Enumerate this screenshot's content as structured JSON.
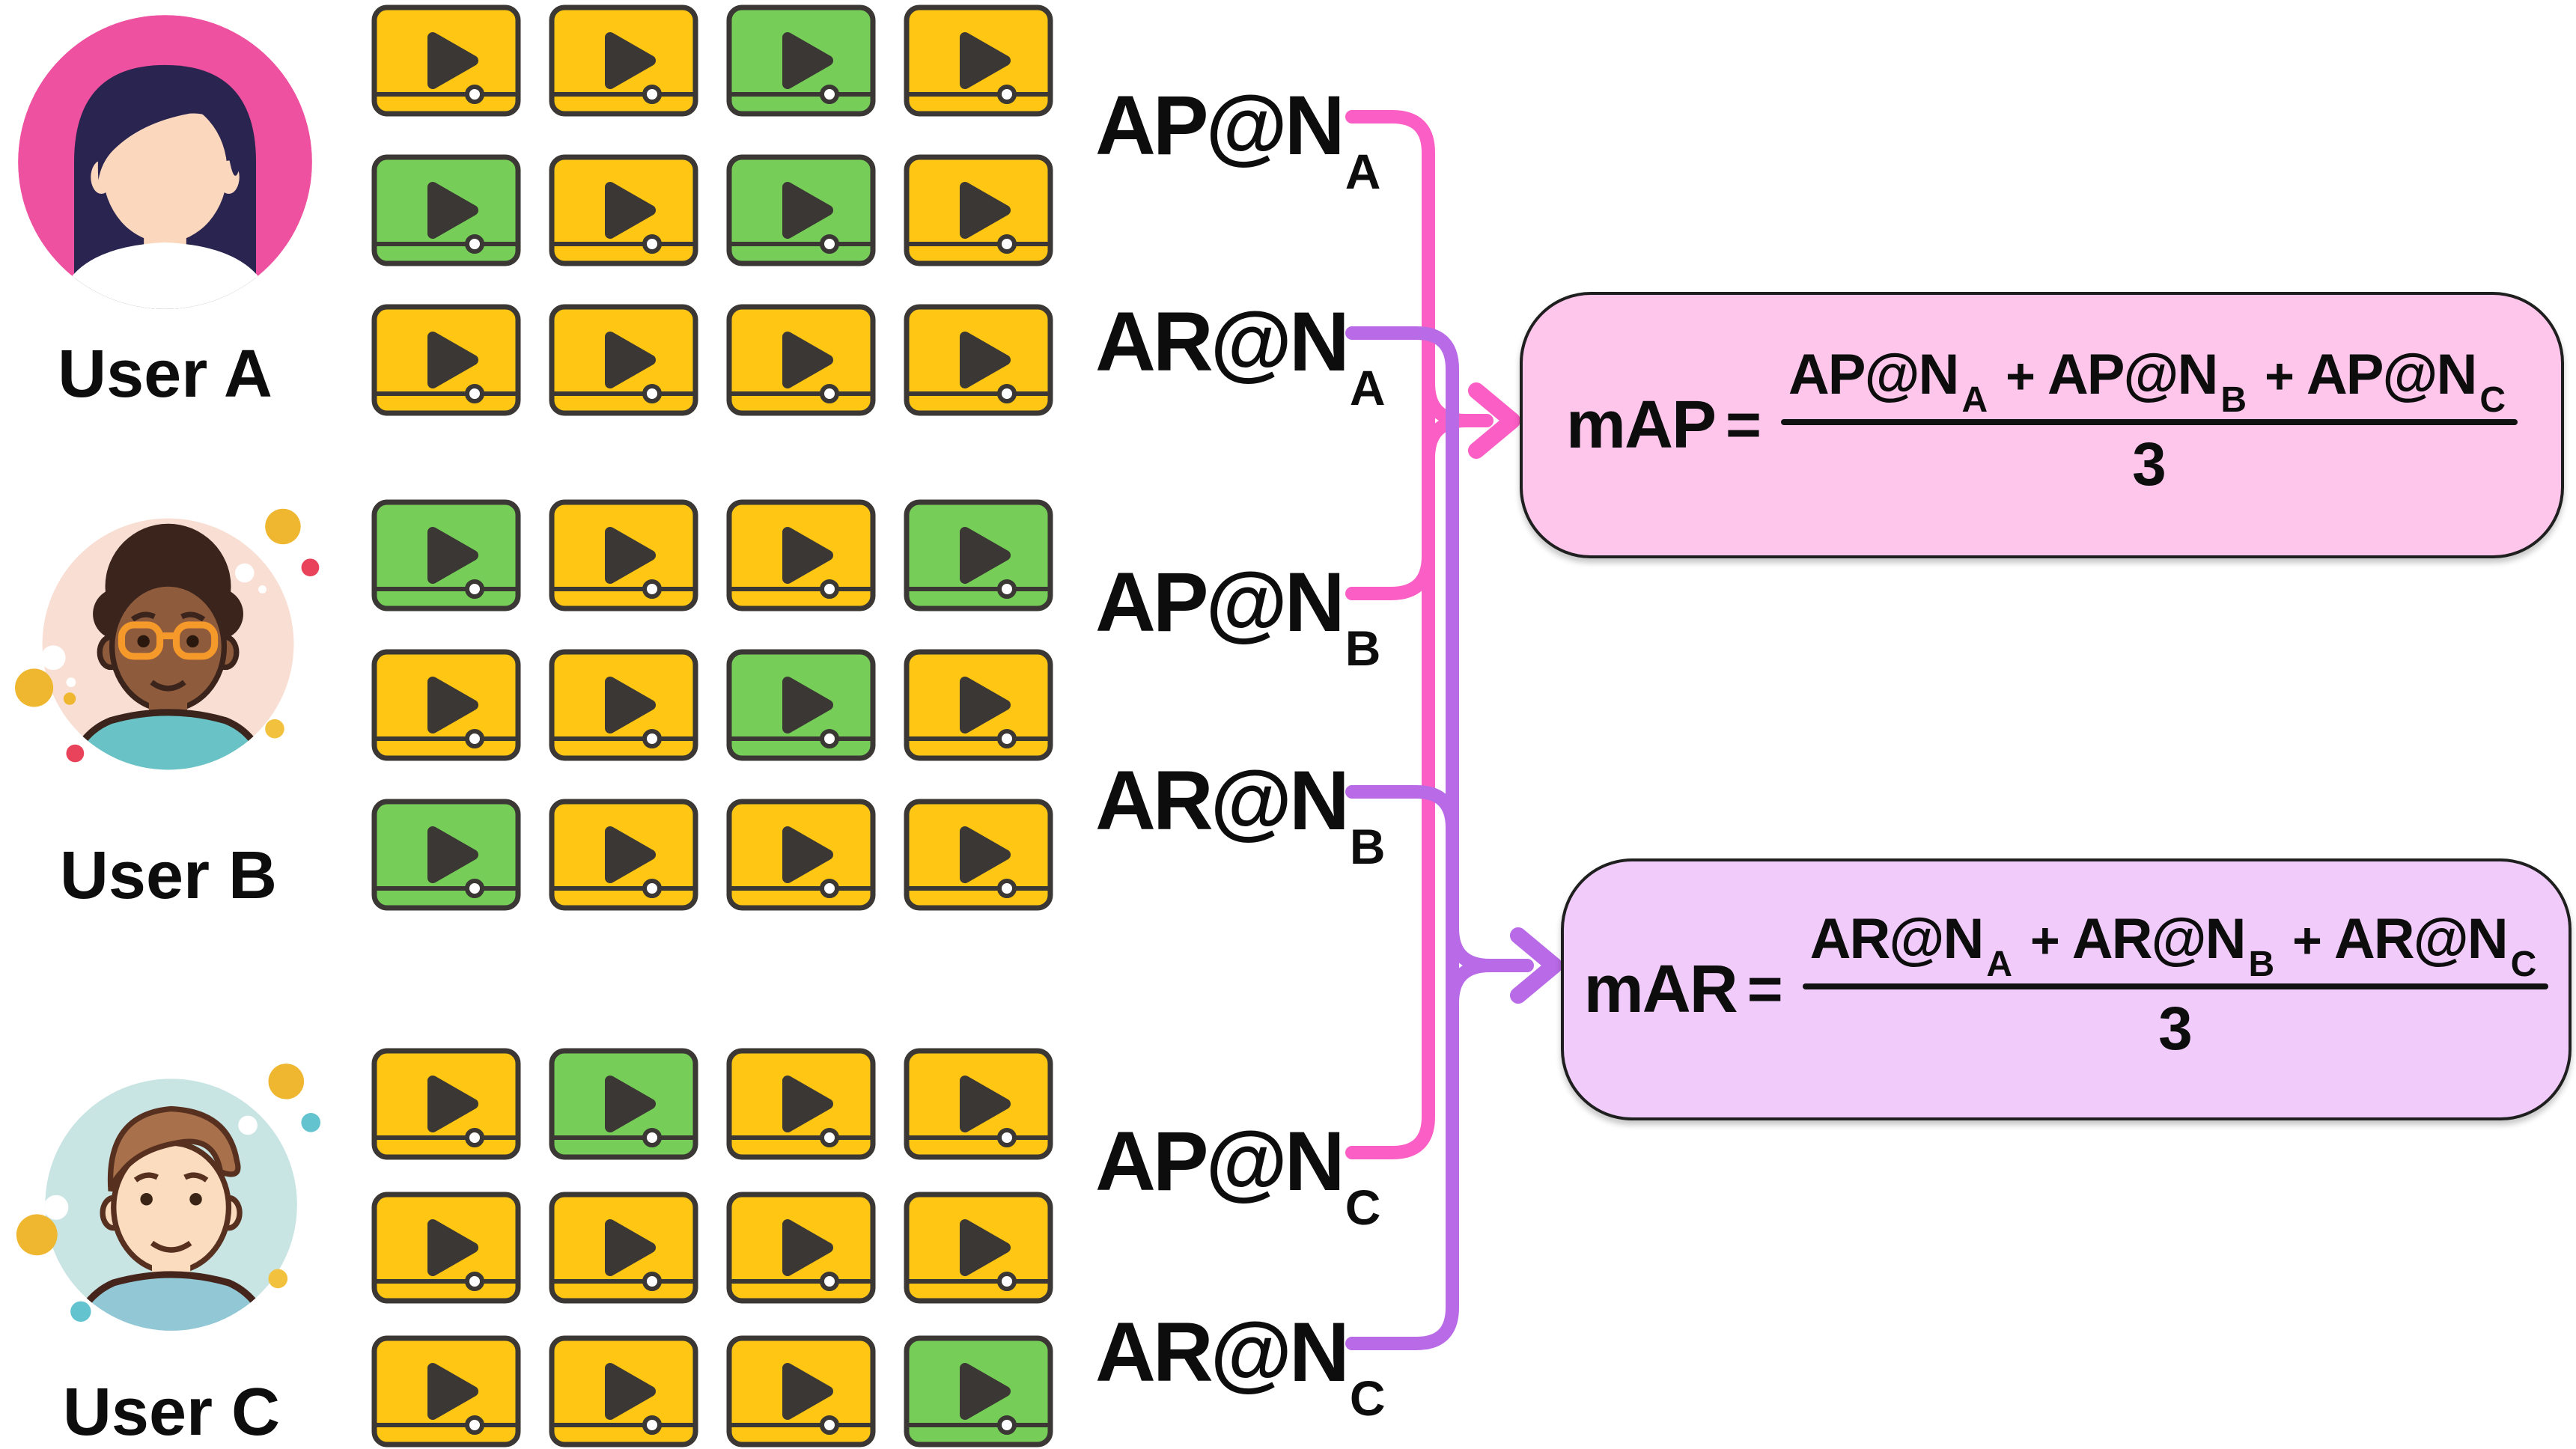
{
  "users": [
    {
      "label": "User A",
      "avatar_icon": "female-avatar-pink",
      "grid": [
        [
          "Y",
          "Y",
          "G",
          "Y"
        ],
        [
          "G",
          "Y",
          "G",
          "Y"
        ],
        [
          "Y",
          "Y",
          "Y",
          "Y"
        ]
      ]
    },
    {
      "label": "User B",
      "avatar_icon": "male-avatar-glasses-peach",
      "grid": [
        [
          "G",
          "Y",
          "Y",
          "G"
        ],
        [
          "Y",
          "Y",
          "G",
          "Y"
        ],
        [
          "G",
          "Y",
          "Y",
          "Y"
        ]
      ]
    },
    {
      "label": "User C",
      "avatar_icon": "male-avatar-teal",
      "grid": [
        [
          "Y",
          "G",
          "Y",
          "Y"
        ],
        [
          "Y",
          "Y",
          "Y",
          "Y"
        ],
        [
          "Y",
          "Y",
          "Y",
          "G"
        ]
      ]
    }
  ],
  "metric_labels": [
    {
      "base": "AP@N",
      "sub": "A"
    },
    {
      "base": "AR@N",
      "sub": "A"
    },
    {
      "base": "AP@N",
      "sub": "B"
    },
    {
      "base": "AR@N",
      "sub": "B"
    },
    {
      "base": "AP@N",
      "sub": "C"
    },
    {
      "base": "AR@N",
      "sub": "C"
    }
  ],
  "formulas": {
    "plus": "+",
    "map": {
      "lhs": "mAP",
      "equals": "=",
      "terms": [
        {
          "base": "AP@N",
          "sub": "A"
        },
        {
          "base": "AP@N",
          "sub": "B"
        },
        {
          "base": "AP@N",
          "sub": "C"
        }
      ],
      "denominator": "3"
    },
    "mar": {
      "lhs": "mAR",
      "equals": "=",
      "terms": [
        {
          "base": "AR@N",
          "sub": "A"
        },
        {
          "base": "AR@N",
          "sub": "B"
        },
        {
          "base": "AR@N",
          "sub": "C"
        }
      ],
      "denominator": "3"
    }
  },
  "colors": {
    "background": "#FFFFFF",
    "text": "#0D0D0D",
    "tile_yellow": "#FFC613",
    "tile_green": "#76CE58",
    "tile_outline": "#3A3734",
    "pink_line": "#FB5EC4",
    "purple_line": "#B96AE6",
    "map_box_bg": "#FFC6EC",
    "mar_box_bg": "#F1CCFB",
    "box_border": "#1F1F1F",
    "avatar_a_bg": "#EE519F",
    "avatar_b_bg": "#F9DED3",
    "avatar_c_bg": "#C8E4E3"
  },
  "tile_legend": {
    "Y": "yellow-video",
    "G": "green-video"
  }
}
